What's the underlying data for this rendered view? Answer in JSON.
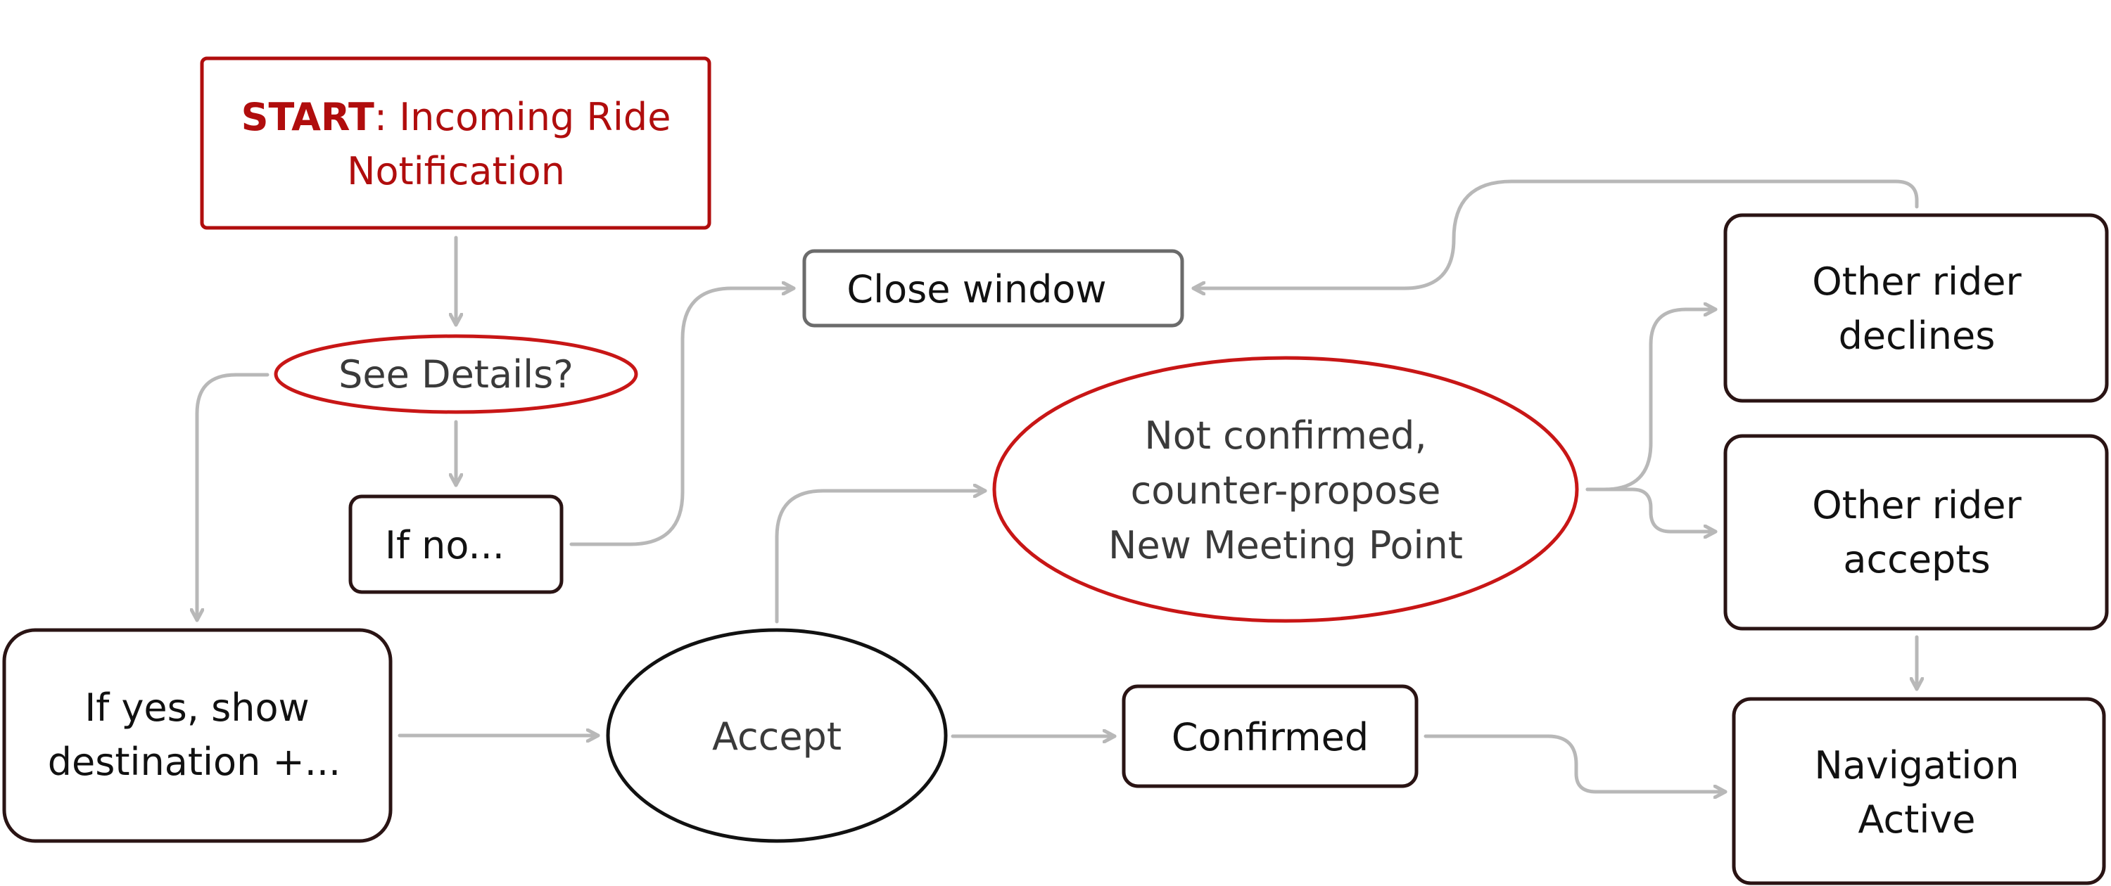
{
  "nodes": {
    "start": {
      "prefix": "START",
      "line1_rest": ": Incoming Ride",
      "line2": "Notification"
    },
    "see_details": {
      "label": "See Details?"
    },
    "if_no": {
      "label": "If no..."
    },
    "close_window": {
      "label": "Close window"
    },
    "if_yes": {
      "line1": "If yes, show",
      "line2": "destination +..."
    },
    "accept": {
      "label": "Accept"
    },
    "not_confirmed": {
      "line1": "Not confirmed,",
      "line2": "counter-propose",
      "line3": "New Meeting Point"
    },
    "confirmed": {
      "label": "Confirmed"
    },
    "other_declines": {
      "line1": "Other rider",
      "line2": "declines"
    },
    "other_accepts": {
      "line1": "Other rider",
      "line2": "accepts"
    },
    "navigation": {
      "line1": "Navigation",
      "line2": "Active"
    }
  },
  "colors": {
    "accent_red": "#b00d0d",
    "node_border_dark": "#2a1414",
    "node_border_grey": "#6b6b6b",
    "connector_grey": "#b8b8b8"
  }
}
